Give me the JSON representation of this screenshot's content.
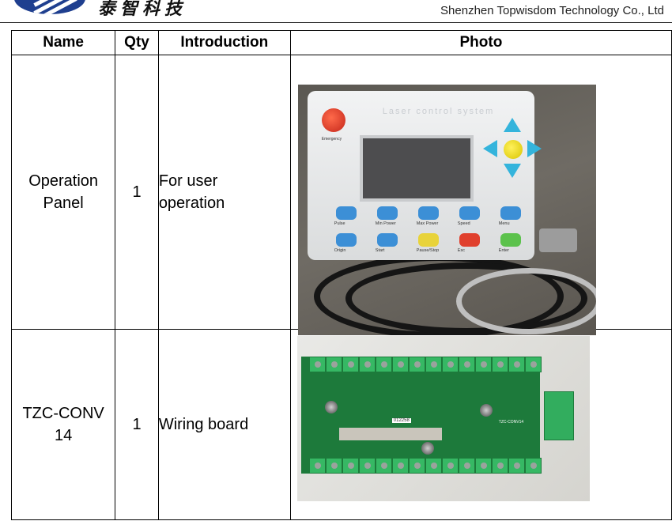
{
  "header": {
    "logo_text": "泰智科技",
    "company": "Shenzhen Topwisdom Technology Co., Ltd"
  },
  "table": {
    "headers": [
      "Name",
      "Qty",
      "Introduction",
      "Photo"
    ],
    "rows": [
      {
        "name_line1": "Operation",
        "name_line2": "Panel",
        "qty": "1",
        "intro_line1": "For user",
        "intro_line2": "operation",
        "photo": {
          "panel_title": "Laser control system",
          "emergency_label": "Emergency",
          "keys_row1": [
            {
              "label": "Pulse",
              "color": "#3c8fd6"
            },
            {
              "label": "Min Power",
              "color": "#3c8fd6"
            },
            {
              "label": "Max Power",
              "color": "#3c8fd6"
            },
            {
              "label": "Speed",
              "color": "#3c8fd6"
            },
            {
              "label": "Menu",
              "color": "#3c8fd6"
            }
          ],
          "keys_row2": [
            {
              "label": "Origin",
              "color": "#3c8fd6"
            },
            {
              "label": "Start",
              "color": "#3c8fd6"
            },
            {
              "label": "Pause/Stop",
              "color": "#e8d33a"
            },
            {
              "label": "Esc",
              "color": "#e0402d"
            },
            {
              "label": "Enter",
              "color": "#5cc24c"
            }
          ]
        }
      },
      {
        "name_line1": "TZC-CONV",
        "name_line2": "14",
        "qty": "1",
        "intro_line1": "Wiring board",
        "photo": {
          "chip_label": "012258",
          "board_label": "TZC-CONV14"
        }
      }
    ]
  },
  "colors": {
    "logo_blue": "#1f3f8f",
    "pcb_green": "#1d7a3b",
    "terminal_green": "#36b864"
  }
}
